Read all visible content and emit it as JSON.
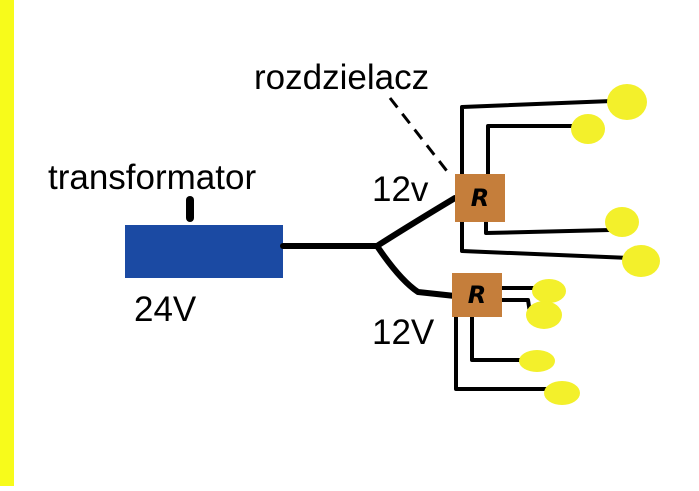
{
  "labels": {
    "transformer": "transformator",
    "input_voltage": "24V",
    "splitter": "rozdzielacz",
    "output_upper": "12v",
    "output_lower": "12V",
    "splitter_box_upper": "R",
    "splitter_box_lower": "R"
  },
  "colors": {
    "side_bar": "#f7fb1b",
    "transformer_box": "#1b4aa3",
    "splitter_box": "#c57e3b",
    "lamp": "#f3f02b",
    "wire": "#000000"
  }
}
